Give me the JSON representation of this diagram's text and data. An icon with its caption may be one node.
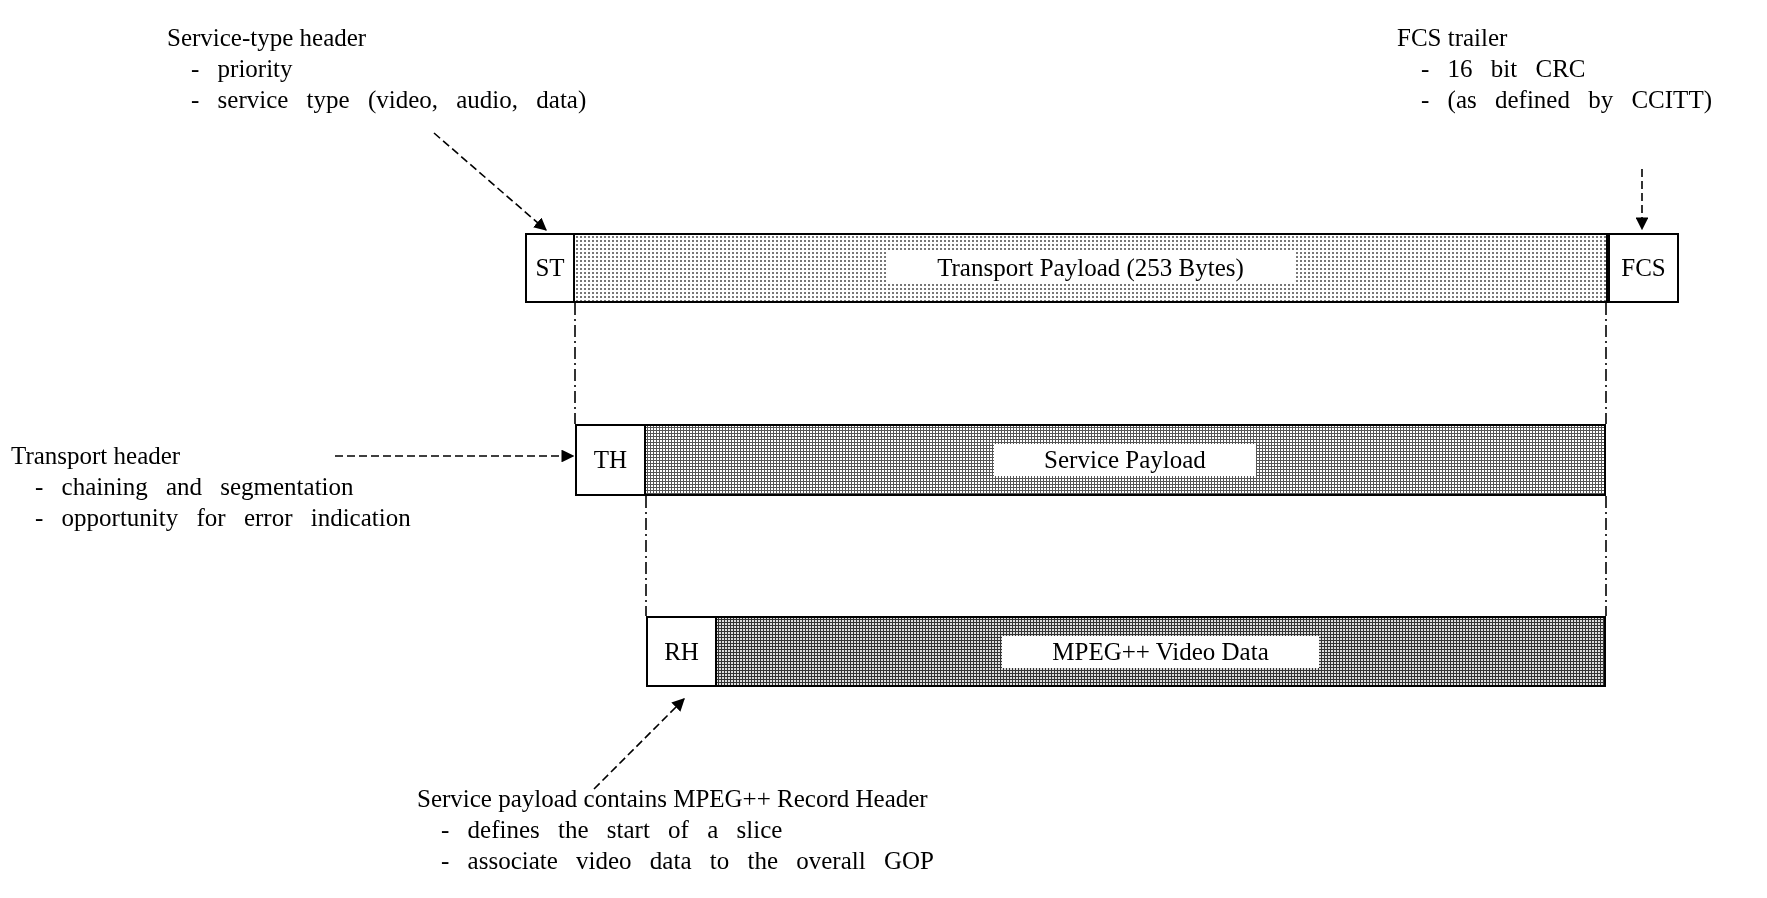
{
  "diagram": {
    "nodes": [
      {
        "text": [
          "ST"
        ]
      },
      {
        "text": [
          "Transport Payload (253 Bytes)"
        ]
      },
      {
        "text": [
          "FCS"
        ]
      },
      {
        "text": [
          "TH"
        ]
      },
      {
        "text": [
          "Service Payload"
        ]
      },
      {
        "text": [
          "RH"
        ]
      },
      {
        "text": [
          "MPEG++ Video Data"
        ]
      },
      {
        "text": [
          "Service-type header",
          "- priority",
          "- service type (video, audio, data)"
        ]
      },
      {
        "text": [
          "FCS trailer",
          "- 16 bit CRC",
          "- (as defined by CCITT)"
        ]
      },
      {
        "text": [
          "Transport header",
          "- chaining and segmentation",
          "- opportunity for error indication"
        ]
      },
      {
        "text": [
          "Service payload contains MPEG++ Record Header",
          "- defines the start of a slice",
          "- associate video data to the overall GOP"
        ]
      }
    ],
    "edges": [
      {
        "from": 7,
        "to": 0,
        "arrow": "to",
        "style": "dashed"
      },
      {
        "from": 8,
        "to": 2,
        "arrow": "to",
        "style": "dashed"
      },
      {
        "from": 1,
        "to": 3,
        "arrow": "none",
        "style": "dashed"
      },
      {
        "from": 1,
        "to": 4,
        "arrow": "none",
        "style": "dashed"
      },
      {
        "from": 9,
        "to": 3,
        "arrow": "to",
        "style": "dashed"
      },
      {
        "from": 4,
        "to": 5,
        "arrow": "none",
        "style": "dashed"
      },
      {
        "from": 4,
        "to": 6,
        "arrow": "none",
        "style": "dashed"
      },
      {
        "from": 10,
        "to": 5,
        "arrow": "to",
        "style": "dashed"
      }
    ]
  }
}
